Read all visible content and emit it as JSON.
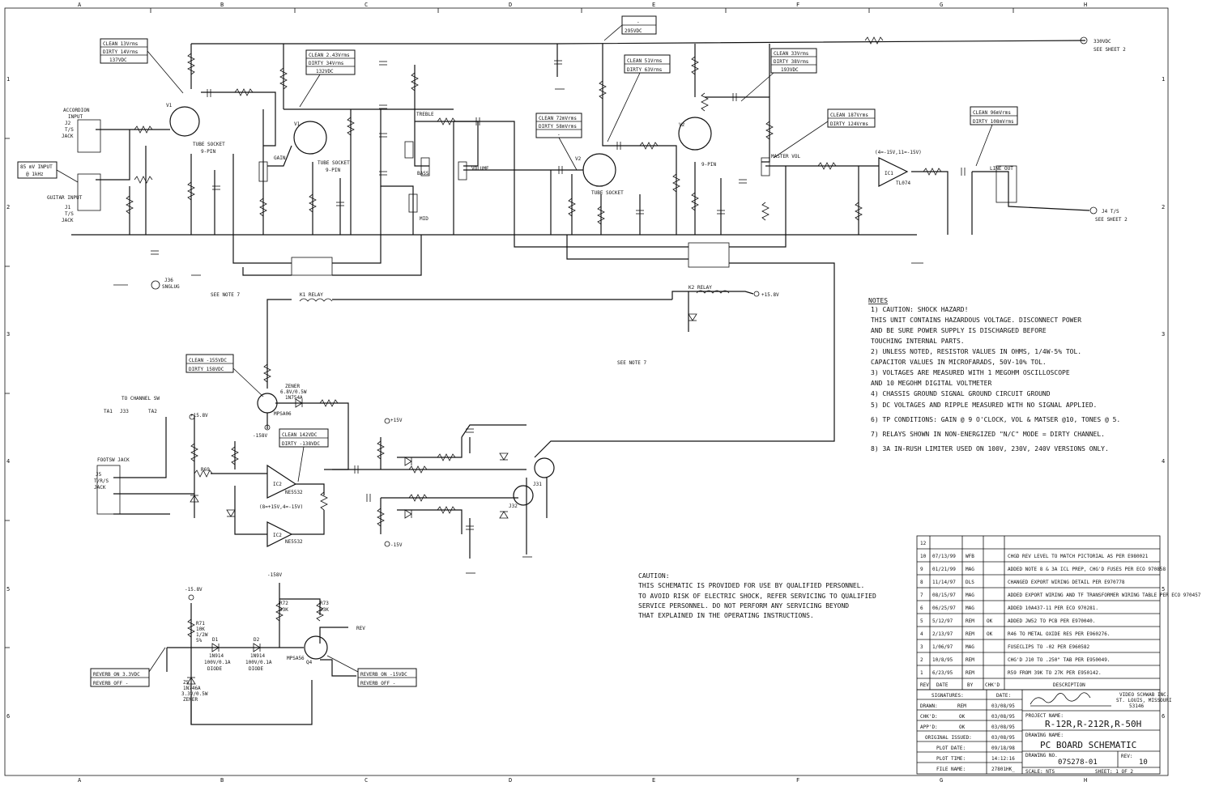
{
  "zones": {
    "cols": [
      "A",
      "B",
      "C",
      "D",
      "E",
      "F",
      "G",
      "H"
    ],
    "rows": [
      "1",
      "2",
      "3",
      "4",
      "5",
      "6"
    ]
  },
  "callouts": {
    "v1": [
      "CLEAN 13Vrms",
      "DIRTY 14Vrms",
      "137VDC"
    ],
    "v1b": [
      "CLEAN 2.43Vrms",
      "DIRTY 34Vrms",
      "132VDC"
    ],
    "top": [
      "-",
      "295VDC"
    ],
    "v2a": [
      "CLEAN 72mVrms",
      "DIRTY 58mVrms",
      "-"
    ],
    "v2b": [
      "CLEAN 51Vrms",
      "DIRTY 63Vrms"
    ],
    "v2c": [
      "CLEAN 33Vrms",
      "DIRTY 38Vrms",
      "193VDC"
    ],
    "master": [
      "CLEAN 187Vrms",
      "DIRTY 124Vrms"
    ],
    "lineout": [
      "CLEAN 96mVrms",
      "DIRTY 108mVrms"
    ],
    "input": [
      "85 mV INPUT",
      "@ 1kHz"
    ],
    "q49": [
      "CLEAN -155VDC",
      "DIRTY 158VDC"
    ],
    "ic2": [
      "CLEAN 142VDC",
      "DIRTY -138VDC"
    ],
    "reverb_left": [
      "REVERB ON  3.3VDC",
      "REVERB OFF  -"
    ],
    "reverb_right": [
      "REVERB ON  -15VDC",
      "REVERB OFF  -"
    ]
  },
  "labels": {
    "v1": "V1",
    "v1b": "V1",
    "v2": "V2",
    "v2b": "V2",
    "tube_socket": "TUBE SOCKET",
    "nine_pin": "9-PIN",
    "accordion": [
      "ACCORDION",
      "INPUT"
    ],
    "guitar": "GUITAR INPUT",
    "j_ts": [
      "J1",
      "T/S",
      "JACK"
    ],
    "j2_ts": [
      "J2",
      "T/S",
      "JACK"
    ],
    "gain": "GAIN",
    "treble": "TREBLE",
    "bass": "BASS",
    "mid": "MID",
    "volume": "VOLUME",
    "master_vol": "MASTER VOL",
    "line_out": "LINE OUT",
    "sup_330": "330VDC",
    "see_sheet2a": "SEE SHEET 2",
    "j4": "J4 T/S",
    "see_sheet2b": "SEE SHEET 2",
    "ic1": "IC1",
    "tl074": "TL074",
    "ic1_pwr": "(4=-15V,11=-15V)",
    "k1": "K1 RELAY",
    "k2": "K2 RELAY",
    "see_note7a": "SEE NOTE 7",
    "see_note7b": "SEE NOTE 7",
    "plus15v_k2": "+15.8V",
    "snglug": [
      "J36",
      "SNGLUG"
    ],
    "to_channel_sw": "TO CHANNEL SW",
    "ta1": "TA1",
    "ta2": "TA2",
    "j3": "J33",
    "footsw": "FOOTSW JACK",
    "j_trs": [
      "J5",
      "T/R/S",
      "JACK"
    ],
    "ic2": "IC2",
    "ne5532": "NE5532",
    "ic2_pwr": "(8=+15V,4=-15V)",
    "ic2b": "IC2",
    "ne5532b": "NE5532",
    "plus15": "+15.8V",
    "minus15": "-158V",
    "mps_a": "MPSA06",
    "zener_a": [
      "ZENER",
      "6.8V/0.5W",
      "1N754A"
    ],
    "r69": "R69",
    "minus15b": "-15V",
    "plus15b": "+15V",
    "plus15c": "-15.8V",
    "minus15c": "-158V",
    "rev": "REV",
    "mpsa56": "MPSA56",
    "q4": "Q4",
    "r72": [
      "R72",
      "33K"
    ],
    "r73": [
      "R73",
      "33K"
    ],
    "d1": [
      "D1",
      "1N914",
      "100V/0.1A",
      "DIODE"
    ],
    "d2": [
      "D2",
      "1N914",
      "100V/0.1A",
      "DIODE"
    ],
    "r71": [
      "R71",
      "10K",
      "1/2W",
      "5%"
    ],
    "z5": [
      "Z5",
      "1N746A",
      "3.3V/0.5W",
      "ZENER"
    ],
    "j32": "J32",
    "j31": "J31"
  },
  "notes": {
    "title": "NOTES",
    "lines": [
      "1) CAUTION:  SHOCK HAZARD!",
      "   THIS UNIT CONTAINS HAZARDOUS VOLTAGE.  DISCONNECT POWER",
      "   AND BE SURE POWER SUPPLY IS DISCHARGED BEFORE",
      "   TOUCHING INTERNAL PARTS.",
      "2) UNLESS NOTED, RESISTOR VALUES IN OHMS, 1/4W-5% TOL.",
      "   CAPACITOR VALUES IN MICROFARADS, 50V-10% TOL.",
      "3) VOLTAGES ARE MEASURED WITH 1 MEGOHM OSCILLOSCOPE",
      "   AND 10 MEGOHM DIGITAL VOLTMETER",
      "4) CHASSIS GROUND       SIGNAL GROUND       CIRCUIT GROUND",
      "5) DC VOLTAGES AND RIPPLE MEASURED WITH NO SIGNAL APPLIED.",
      "6) TP CONDITIONS: GAIN @ 9 O'CLOCK, VOL & MATSER @10, TONES @ 5.",
      "7) RELAYS SHOWN IN NON-ENERGIZED \"N/C\" MODE  = DIRTY CHANNEL.",
      "8) 3A IN-RUSH LIMITER USED ON 100V, 230V, 240V VERSIONS ONLY."
    ]
  },
  "caution": {
    "title": "CAUTION:",
    "lines": [
      "THIS SCHEMATIC IS PROVIDED FOR USE BY QUALIFIED PERSONNEL.",
      "TO AVOID RISK OF ELECTRIC SHOCK, REFER SERVICING TO QUALIFIED",
      "SERVICE PERSONNEL.  DO NOT PERFORM ANY SERVICING BEYOND",
      "THAT EXPLAINED IN THE OPERATING INSTRUCTIONS."
    ]
  },
  "revisions": {
    "rows": [
      {
        "rev": "12",
        "date": "",
        "by": "",
        "chk": "",
        "desc": ""
      },
      {
        "rev": "10",
        "date": "07/13/99",
        "by": "WFB",
        "chk": "",
        "desc": "CHGD REV LEVEL TO MATCH PICTORIAL AS PER E980021"
      },
      {
        "rev": "9",
        "date": "01/21/99",
        "by": "MAG",
        "chk": "",
        "desc": "ADDED NOTE 8 & 3A ICL PREP, CHG'D FUSES PER ECO 970858"
      },
      {
        "rev": "8",
        "date": "11/14/97",
        "by": "DLS",
        "chk": "",
        "desc": "CHANGED EXPORT WIRING DETAIL PER E970778"
      },
      {
        "rev": "7",
        "date": "08/15/97",
        "by": "MAG",
        "chk": "",
        "desc": "ADDED EXPORT WIRING AND TF TRANSFORMER WIRING TABLE PER ECO 970457"
      },
      {
        "rev": "6",
        "date": "06/25/97",
        "by": "MAG",
        "chk": "",
        "desc": "ADDED 10A437-11 PER ECO 970281."
      },
      {
        "rev": "5",
        "date": "5/12/97",
        "by": "REM",
        "chk": "OK",
        "desc": "ADDED JW52  TO PCB PER E970040."
      },
      {
        "rev": "4",
        "date": "2/13/97",
        "by": "REM",
        "chk": "OK",
        "desc": "R46 TO METAL OXIDE RES PER E960276."
      },
      {
        "rev": "3",
        "date": "1/06/97",
        "by": "MAG",
        "chk": "",
        "desc": "FUSECLIPS TO -02 PER E960582"
      },
      {
        "rev": "2",
        "date": "10/8/95",
        "by": "REM",
        "chk": "",
        "desc": "CHG'D J10 TO .250\" TAB PER E950049."
      },
      {
        "rev": "1",
        "date": "6/23/95",
        "by": "REM",
        "chk": "",
        "desc": "R59 FROM 39K TO 27K PER E950142."
      }
    ],
    "headers": {
      "rev": "REV",
      "date": "DATE",
      "by": "BY",
      "chk": "CHK'D",
      "desc": "DESCRIPTION"
    }
  },
  "titleblock": {
    "sig_hdr": "SIGNATURES:",
    "date_hdr": "DATE:",
    "rows": [
      {
        "k": "DRAWN:",
        "v": "REM",
        "d": "03/08/95"
      },
      {
        "k": "CHK'D:",
        "v": "OK",
        "d": "03/08/95"
      },
      {
        "k": "APP'D:",
        "v": "OK",
        "d": "03/08/95"
      },
      {
        "k": "ORIGINAL ISSUED:",
        "v": "",
        "d": "03/08/95"
      },
      {
        "k": "PLOT DATE:",
        "v": "",
        "d": "09/18/98"
      },
      {
        "k": "PLOT TIME:",
        "v": "",
        "d": "14:12:16"
      },
      {
        "k": "FILE NAME:",
        "v": "",
        "d": "27801HK_"
      }
    ],
    "company": [
      "VIDEO SCHWAB INC.",
      "ST. LOUIS, MISSOURI",
      "53146"
    ],
    "project_lbl": "PROJECT NAME:",
    "project": "R-12R,R-212R,R-50H",
    "drawing_lbl": "DRAWING NAME:",
    "drawing": "PC BOARD SCHEMATIC",
    "drawing_no_lbl": "DRAWING NO.",
    "drawing_no": "07S278-01",
    "rev_lbl": "REV:",
    "rev": "10",
    "scale": "SCALE: NTS",
    "sheet": "SHEET:  1 OF 2"
  }
}
